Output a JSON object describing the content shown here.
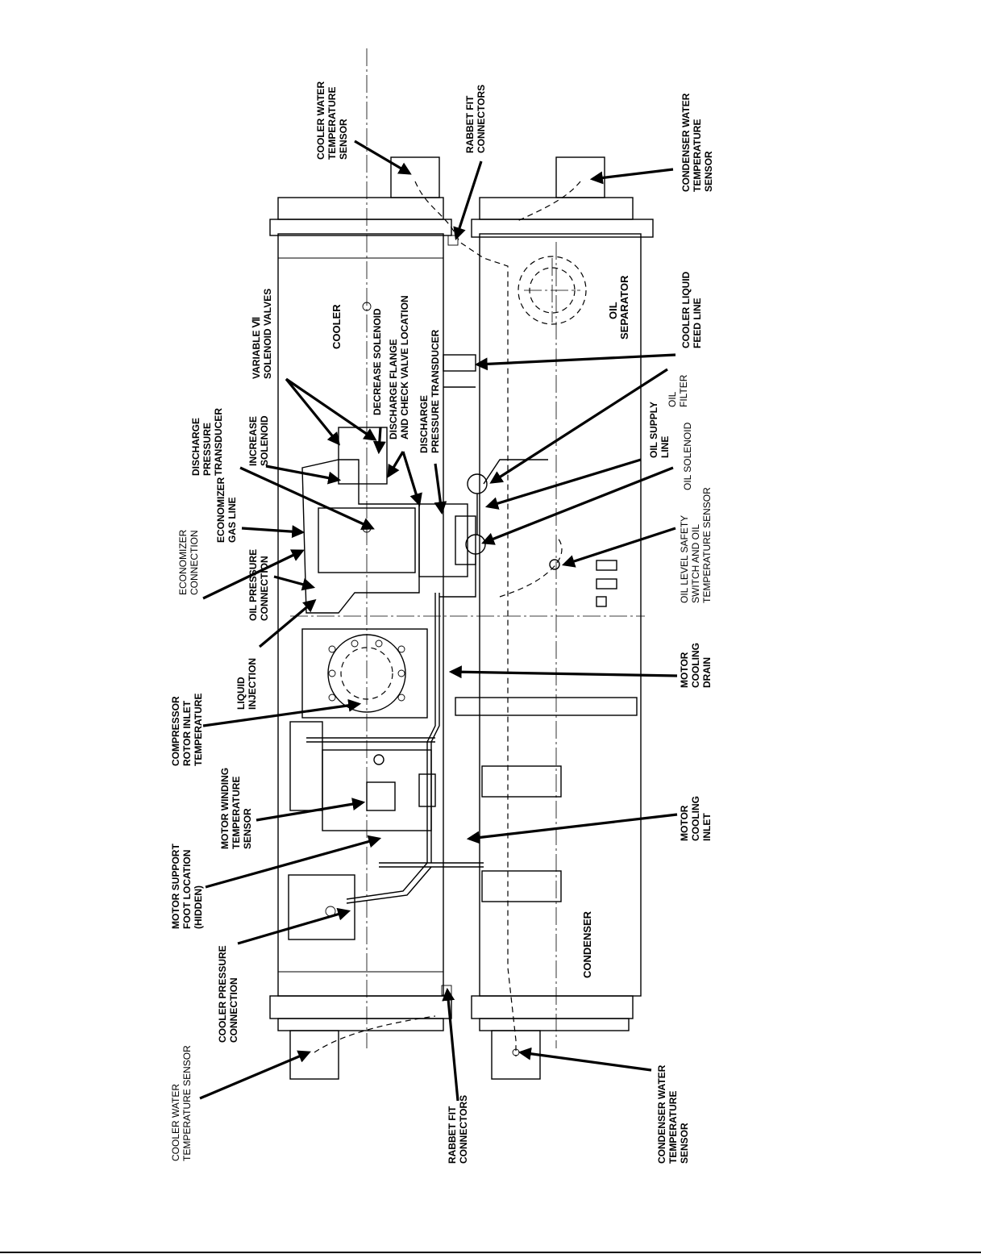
{
  "labels": {
    "cooler_water_temp_sensor_top": [
      "COOLER WATER",
      "TEMPERATURE",
      "SENSOR"
    ],
    "rabbet_fit_connectors_top": [
      "RABBET FIT",
      "CONNECTORS"
    ],
    "condenser_water_temp_sensor_top": [
      "CONDENSER WATER",
      "TEMPERATURE",
      "SENSOR"
    ],
    "variable_vi_solenoid_valves": [
      "VARIABLE Ⅶ",
      "SOLENOID VALVES"
    ],
    "cooler": "COOLER",
    "decrease_solenoid": "DECREASE SOLENOID",
    "discharge_flange_check_valve": [
      "DISCHARGE FLANGE",
      "AND CHECK VALVE LOCATION"
    ],
    "discharge_pressure_transducer_inner": [
      "DISCHARGE",
      "PRESSURE TRANSDUCER"
    ],
    "oil_separator": [
      "OIL",
      "SEPARATOR"
    ],
    "cooler_liquid_feed_line": [
      "COOLER LIQUID",
      "FEED LINE"
    ],
    "oil_filter": [
      "OIL",
      "FILTER"
    ],
    "oil_supply_line": [
      "OIL SUPPLY",
      "LINE"
    ],
    "oil_solenoid": "OIL SOLENOID",
    "discharge_pressure_transducer_outer": [
      "DISCHARGE",
      "PRESSURE",
      "TRANSDUCER"
    ],
    "increase_solenoid": [
      "INCREASE",
      "SOLENOID"
    ],
    "economizer_gas_line": [
      "ECONOMIZER",
      "GAS LINE"
    ],
    "economizer_connection": [
      "ECONOMIZER",
      "CONNECTION"
    ],
    "oil_pressure_connection": [
      "OIL PRESSURE",
      "CONNECTION"
    ],
    "liquid_injection": [
      "LIQUID",
      "INJECTION"
    ],
    "oil_level_safety_switch": [
      "OIL LEVEL SAFETY",
      "SWITCH AND OIL",
      "TEMPERATURE SENSOR"
    ],
    "compressor_rotor_inlet_temp": [
      "COMPRESSOR",
      "ROTOR INLET",
      "TEMPERATURE"
    ],
    "motor_cooling_drain": [
      "MOTOR",
      "COOLING",
      "DRAIN"
    ],
    "motor_winding_temp_sensor": [
      "MOTOR WINDING",
      "TEMPERATURE",
      "SENSOR"
    ],
    "motor_support_foot": [
      "MOTOR SUPPORT",
      "FOOT LOCATION",
      "(HIDDEN)"
    ],
    "motor_cooling_inlet": [
      "MOTOR",
      "COOLING",
      "INLET"
    ],
    "condenser": "CONDENSER",
    "cooler_pressure_connection": [
      "COOLER PRESSURE",
      "CONNECTION"
    ],
    "cooler_water_temp_sensor_bottom": [
      "COOLER WATER",
      "TEMPERATURE SENSOR"
    ],
    "rabbet_fit_connectors_bottom": [
      "RABBET FIT",
      "CONNECTORS"
    ],
    "condenser_water_temp_sensor_bottom": [
      "CONDENSER WATER",
      "TEMPERATURE",
      "SENSOR"
    ]
  }
}
